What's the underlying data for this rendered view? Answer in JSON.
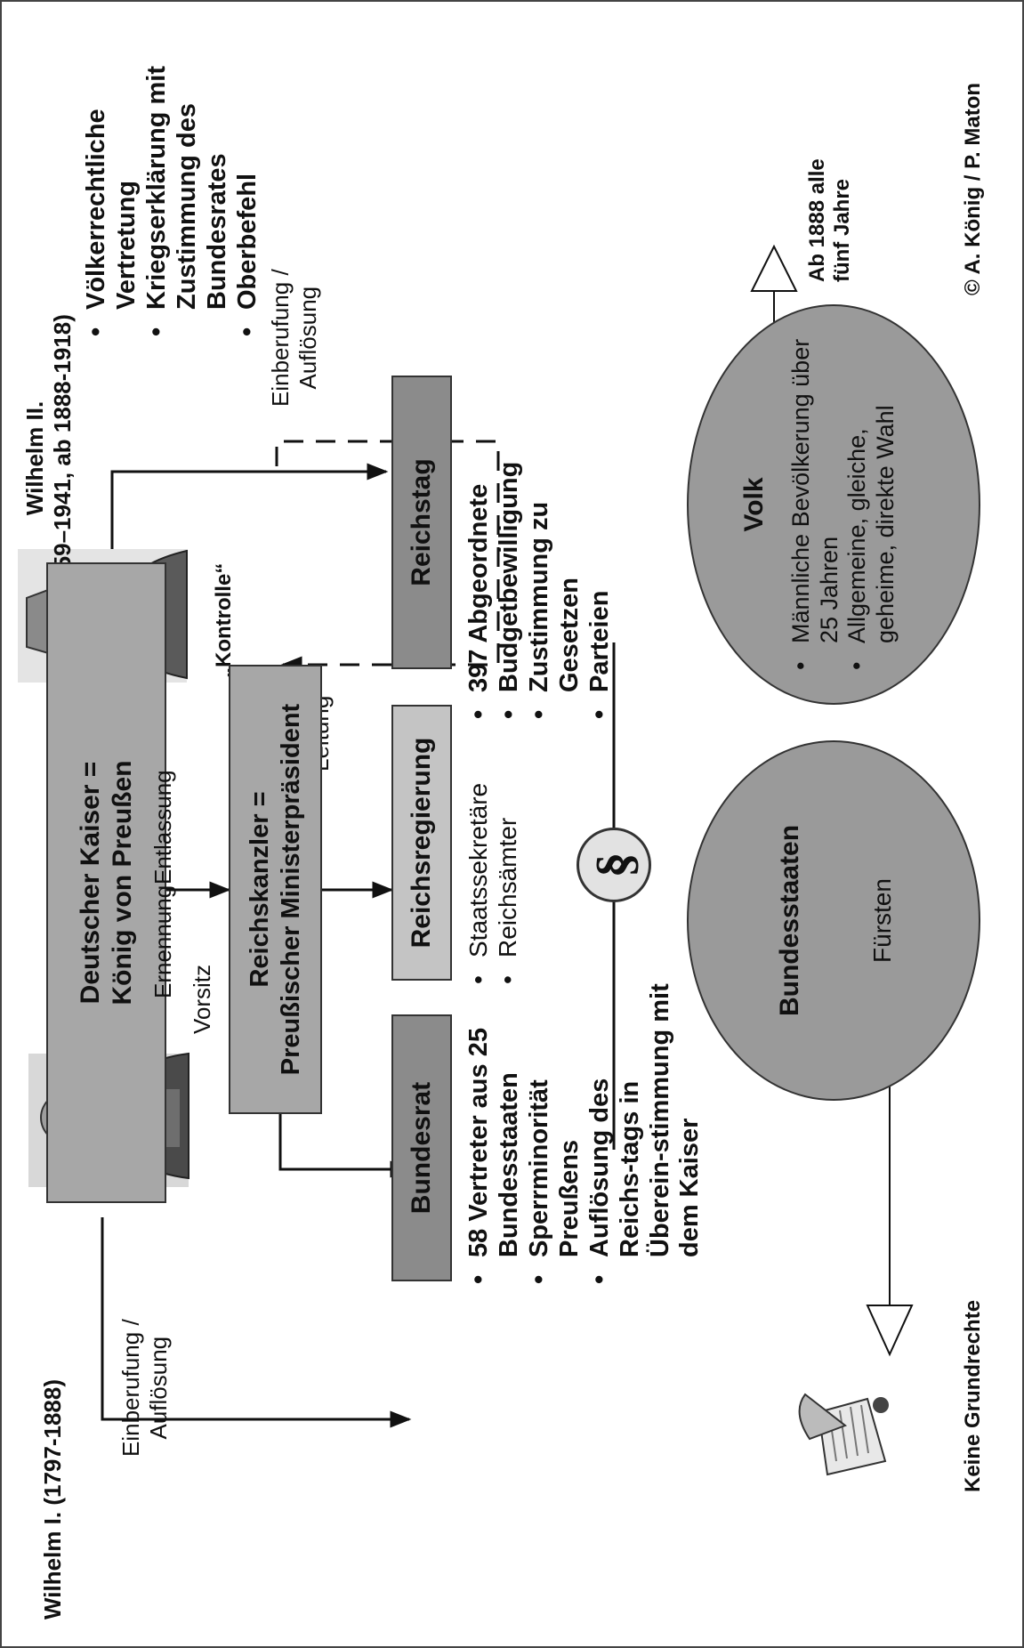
{
  "kaiser_box": {
    "line1": "Deutscher Kaiser =",
    "line2": "König von Preußen"
  },
  "wilhelm1": {
    "label": "Wilhelm I. (1797-1888)"
  },
  "wilhelm2": {
    "line1": "Wilhelm II.",
    "line2": "(1859–1941, ab 1888-1918)"
  },
  "wilhelm2_powers": [
    "Völkerrechtliche Vertretung",
    "Kriegserklärung mit Zustimmung des Bundesrates",
    "Oberbefehl"
  ],
  "kanzler_box": {
    "line1": "Reichskanzler =",
    "line2": "Preußischer Ministerpräsident"
  },
  "reichsregierung_box": {
    "label": "Reichsregierung"
  },
  "reichsregierung_items": [
    "Staatssekretäre",
    "Reichsämter"
  ],
  "bundesrat_box": {
    "label": "Bundesrat"
  },
  "bundesrat_items": [
    "58 Vertreter aus 25 Bundesstaaten",
    "Sperrminorität Preußens",
    "Auflösung des Reichs-tags in Überein-stimmung mit dem Kaiser"
  ],
  "reichstag_box": {
    "label": "Reichstag"
  },
  "reichstag_items": [
    "397 Abgeordnete",
    "Budgetbewilligung",
    "Zustimmung zu Gesetzen",
    "Parteien"
  ],
  "relations": {
    "einberufung_left": {
      "line1": "Einberufung /",
      "line2": "Auflösung"
    },
    "einberufung_right": {
      "line1": "Einberufung /",
      "line2": "Auflösung"
    },
    "vorsitz": "Vorsitz",
    "ernennung": "Ernennung",
    "entlassung": "Entlassung",
    "leitung": "Leitung",
    "kontrolle": "„Kontrolle“"
  },
  "bundesstaaten": {
    "title": "Bundesstaaten",
    "subtitle": "Fürsten"
  },
  "volk": {
    "title": "Volk",
    "items": [
      "Männliche Bevölkerung über 25 Jahren",
      "Allgemeine, gleiche, geheime, direkte Wahl"
    ]
  },
  "election_note": {
    "line1": "Ab 1888 alle",
    "line2": "fünf Jahre"
  },
  "paragraph_symbol": "§",
  "footer": {
    "left": "Keine Grundrechte",
    "right": "© A. König / P. Maton"
  }
}
